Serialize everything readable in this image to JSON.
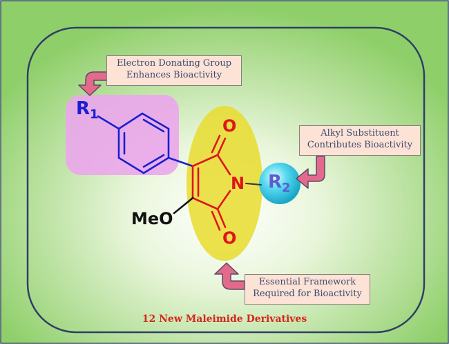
{
  "notes": {
    "edg": {
      "line1": "Electron Donating Group",
      "line2": "Enhances Bioactivity"
    },
    "alkyl": {
      "line1": "Alkyl Substituent",
      "line2": "Contributes Bioactivity"
    },
    "framework": {
      "line1": "Essential Framework",
      "line2": "Required for Bioactivity"
    }
  },
  "caption": "12 New Maleimide Derivatives",
  "atoms": {
    "r1": "R",
    "r1_sub": "1",
    "r2": "R",
    "r2_sub": "2",
    "o_top": "O",
    "o_bottom": "O",
    "n": "N",
    "meo": "MeO"
  },
  "colors": {
    "background": "#8fcf6a",
    "highlight_aryl": "#eba6ec",
    "highlight_core": "#e8dc2e",
    "sphere": "#3fd0ea",
    "arrow": "#e46a8c",
    "bond_aryl": "#1a1fd0",
    "bond_core": "#e0141a",
    "caption": "#d8261c"
  }
}
